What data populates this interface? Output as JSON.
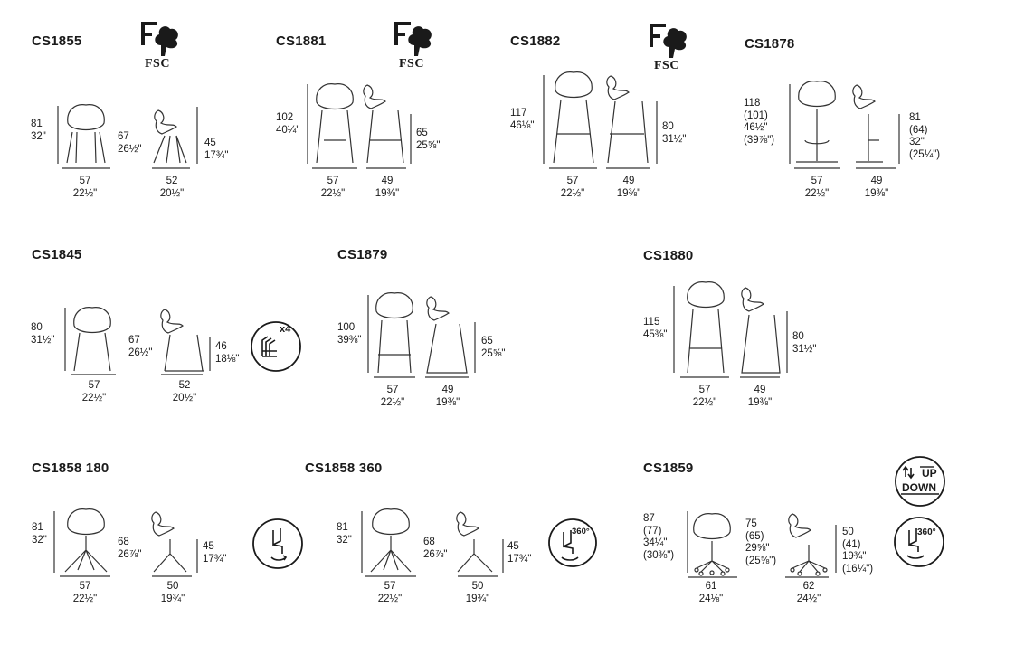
{
  "products": [
    {
      "code": "CS1855",
      "height": [
        "81",
        "32\""
      ],
      "seat": [
        "67",
        "26½\""
      ],
      "arm": [
        "45",
        "17¾\""
      ],
      "width": [
        "57",
        "22½\""
      ],
      "depth": [
        "52",
        "20½\""
      ]
    },
    {
      "code": "CS1881",
      "height": [
        "102",
        "40¼\""
      ],
      "seat": [
        "65",
        "25⅝\""
      ],
      "width": [
        "57",
        "22½\""
      ],
      "depth": [
        "49",
        "19⅜\""
      ]
    },
    {
      "code": "CS1882",
      "height": [
        "117",
        "46⅛\""
      ],
      "seat": [
        "80",
        "31½\""
      ],
      "width": [
        "57",
        "22½\""
      ],
      "depth": [
        "49",
        "19⅜\""
      ]
    },
    {
      "code": "CS1878",
      "height": [
        "118",
        "(101)",
        "46½\"",
        "(39⅞\")"
      ],
      "seat": [
        "81",
        "(64)",
        "32\"",
        "(25¼\")"
      ],
      "width": [
        "57",
        "22½\""
      ],
      "depth": [
        "49",
        "19⅜\""
      ]
    },
    {
      "code": "CS1845",
      "height": [
        "80",
        "31½\""
      ],
      "seat": [
        "67",
        "26½\""
      ],
      "arm": [
        "46",
        "18⅛\""
      ],
      "width": [
        "57",
        "22½\""
      ],
      "depth": [
        "52",
        "20½\""
      ],
      "stack": "x4"
    },
    {
      "code": "CS1879",
      "height": [
        "100",
        "39⅜\""
      ],
      "seat": [
        "65",
        "25⅝\""
      ],
      "width": [
        "57",
        "22½\""
      ],
      "depth": [
        "49",
        "19⅜\""
      ]
    },
    {
      "code": "CS1880",
      "height": [
        "115",
        "45⅜\""
      ],
      "seat": [
        "80",
        "31½\""
      ],
      "width": [
        "57",
        "22½\""
      ],
      "depth": [
        "49",
        "19⅜\""
      ]
    },
    {
      "code": "CS1858 180",
      "height": [
        "81",
        "32\""
      ],
      "seat": [
        "68",
        "26⅞\""
      ],
      "arm": [
        "45",
        "17¾\""
      ],
      "width": [
        "57",
        "22½\""
      ],
      "depth": [
        "50",
        "19¾\""
      ]
    },
    {
      "code": "CS1858 360",
      "height": [
        "81",
        "32\""
      ],
      "seat": [
        "68",
        "26⅞\""
      ],
      "arm": [
        "45",
        "17¾\""
      ],
      "width": [
        "57",
        "22½\""
      ],
      "depth": [
        "50",
        "19¾\""
      ],
      "rotation": "360°"
    },
    {
      "code": "CS1859",
      "height": [
        "87",
        "(77)",
        "34¼\"",
        "(30⅜\")"
      ],
      "seat": [
        "75",
        "(65)",
        "29⅝\"",
        "(25⅝\")"
      ],
      "arm": [
        "50",
        "(41)",
        "19¾\"",
        "(16¼\")"
      ],
      "width": [
        "61",
        "24⅛\""
      ],
      "depth": [
        "62",
        "24½\""
      ],
      "rotation": "360°",
      "updown": [
        "UP",
        "DOWN"
      ]
    }
  ],
  "fsc_label": "FSC",
  "icons": {
    "fsc": "fsc-tree-logo-icon",
    "stack": "stackable-chairs-icon",
    "swivel": "swivel-return-icon",
    "rotation": "rotation-360-icon",
    "updown": "height-adjust-updown-icon"
  }
}
